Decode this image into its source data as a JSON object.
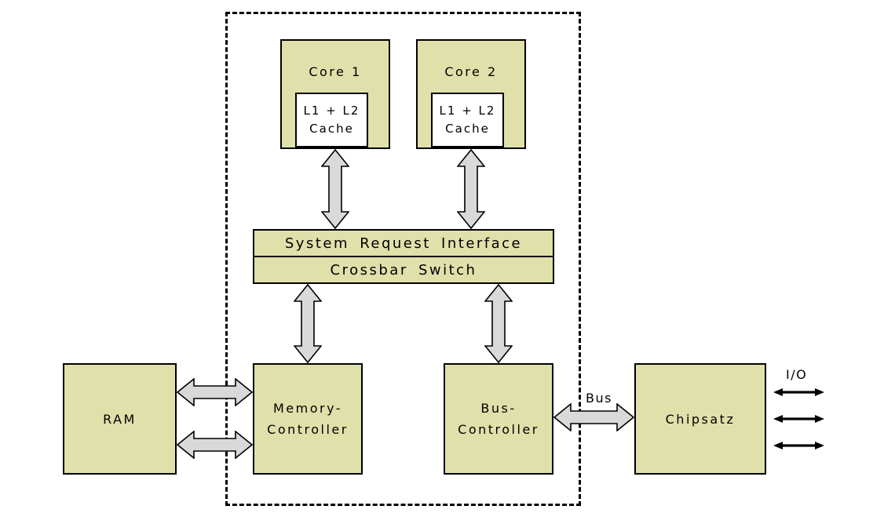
{
  "diagram_type": "dual-core CPU architecture block diagram",
  "colors": {
    "box_fill": "#e0e0ab",
    "cache_fill": "#ffffff",
    "arrow_fill": "#d9d9d9",
    "outline": "#000000",
    "background": "#ffffff"
  },
  "blocks": {
    "core1": {
      "label": "Core 1",
      "cache": {
        "line1": "L1 + L2",
        "line2": "Cache"
      }
    },
    "core2": {
      "label": "Core 2",
      "cache": {
        "line1": "L1 + L2",
        "line2": "Cache"
      }
    },
    "system_request_interface": {
      "label": "System Request Interface"
    },
    "crossbar_switch": {
      "label": "Crossbar Switch"
    },
    "memory_controller": {
      "line1": "Memory-",
      "line2": "Controller"
    },
    "bus_controller": {
      "line1": "Bus-",
      "line2": "Controller"
    },
    "ram": {
      "label": "RAM"
    },
    "chipset": {
      "label": "Chipsatz"
    }
  },
  "labels": {
    "bus": "Bus",
    "io": "I/O"
  },
  "connections": [
    {
      "from": "Core 1",
      "to": "System Request Interface",
      "style": "block double-arrow",
      "count": 1
    },
    {
      "from": "Core 2",
      "to": "System Request Interface",
      "style": "block double-arrow",
      "count": 1
    },
    {
      "from": "Crossbar Switch",
      "to": "Memory-Controller",
      "style": "block double-arrow",
      "count": 1
    },
    {
      "from": "Crossbar Switch",
      "to": "Bus-Controller",
      "style": "block double-arrow",
      "count": 1
    },
    {
      "from": "RAM",
      "to": "Memory-Controller",
      "style": "block double-arrow",
      "count": 2
    },
    {
      "from": "Bus-Controller",
      "to": "Chipsatz",
      "style": "block double-arrow",
      "count": 1,
      "label": "Bus"
    },
    {
      "from": "Chipsatz",
      "to": "I/O",
      "style": "thin double-arrow",
      "count": 3,
      "label": "I/O"
    }
  ]
}
